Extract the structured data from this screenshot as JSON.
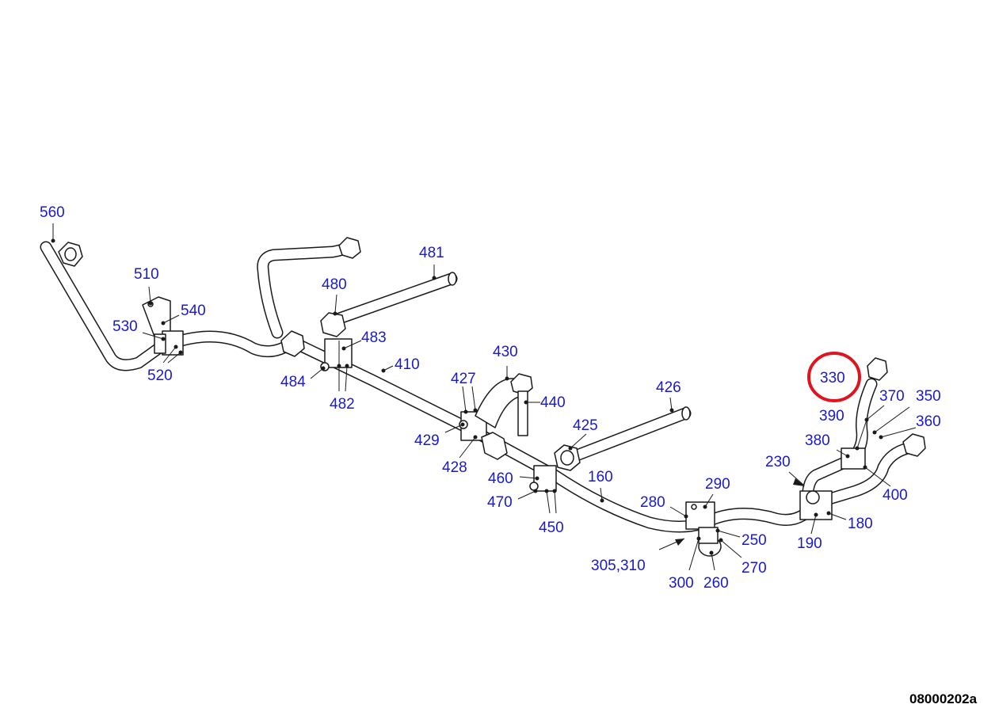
{
  "drawing_code": "08000202a",
  "callouts": [
    {
      "id": "560",
      "highlighted": false
    },
    {
      "id": "510",
      "highlighted": false
    },
    {
      "id": "540",
      "highlighted": false
    },
    {
      "id": "530",
      "highlighted": false
    },
    {
      "id": "520",
      "highlighted": false
    },
    {
      "id": "480",
      "highlighted": false
    },
    {
      "id": "481",
      "highlighted": false
    },
    {
      "id": "483",
      "highlighted": false
    },
    {
      "id": "410",
      "highlighted": false
    },
    {
      "id": "484",
      "highlighted": false
    },
    {
      "id": "482",
      "highlighted": false
    },
    {
      "id": "430",
      "highlighted": false
    },
    {
      "id": "427",
      "highlighted": false
    },
    {
      "id": "440",
      "highlighted": false
    },
    {
      "id": "429",
      "highlighted": false
    },
    {
      "id": "428",
      "highlighted": false
    },
    {
      "id": "426",
      "highlighted": false
    },
    {
      "id": "425",
      "highlighted": false
    },
    {
      "id": "460",
      "highlighted": false
    },
    {
      "id": "470",
      "highlighted": false
    },
    {
      "id": "450",
      "highlighted": false
    },
    {
      "id": "160",
      "highlighted": false
    },
    {
      "id": "280",
      "highlighted": false
    },
    {
      "id": "290",
      "highlighted": false
    },
    {
      "id": "250",
      "highlighted": false
    },
    {
      "id": "270",
      "highlighted": false
    },
    {
      "id": "260",
      "highlighted": false
    },
    {
      "id": "300",
      "highlighted": false
    },
    {
      "id": "305,310",
      "highlighted": false
    },
    {
      "id": "330",
      "highlighted": true
    },
    {
      "id": "370",
      "highlighted": false
    },
    {
      "id": "350",
      "highlighted": false
    },
    {
      "id": "360",
      "highlighted": false
    },
    {
      "id": "390",
      "highlighted": false
    },
    {
      "id": "380",
      "highlighted": false
    },
    {
      "id": "230",
      "highlighted": false
    },
    {
      "id": "400",
      "highlighted": false
    },
    {
      "id": "180",
      "highlighted": false
    },
    {
      "id": "190",
      "highlighted": false
    }
  ],
  "colors": {
    "callout_text": "#1a1acd",
    "highlight_ring": "#e0141e",
    "line": "#1a1a1a"
  }
}
